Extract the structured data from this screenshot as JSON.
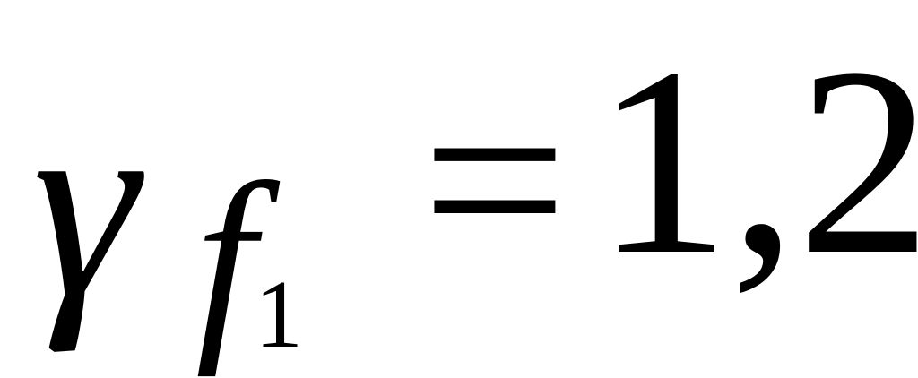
{
  "equation": {
    "symbol": "γ",
    "subscript": "f",
    "sub_subscript": "1",
    "operator": "=",
    "value": "1,2"
  }
}
